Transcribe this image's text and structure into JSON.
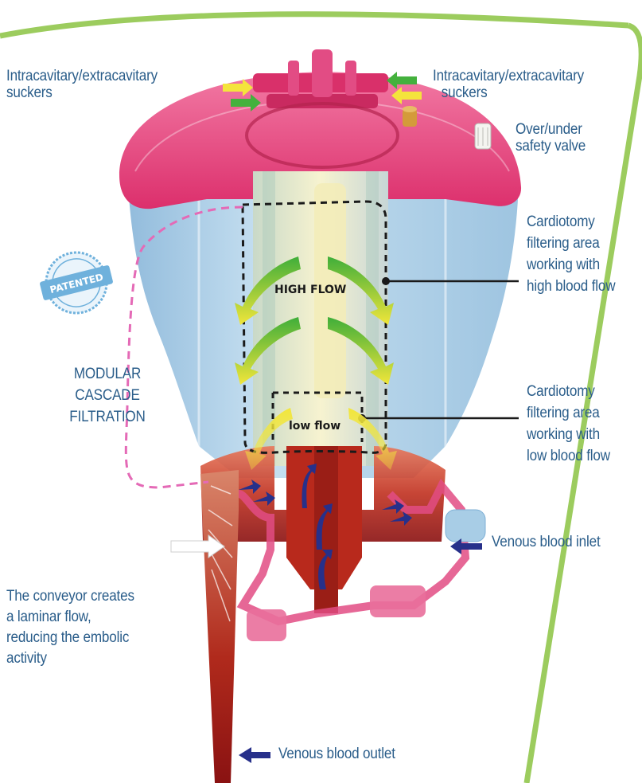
{
  "colors": {
    "frame_green": "#9ccc5e",
    "label_blue": "#2a5d8a",
    "lid_pink": "#e63c78",
    "reservoir_blue": "#a8cde6",
    "filter_cream": "#f3f0c8",
    "blood_red": "#c0301f",
    "dashed_pink": "#e46ab6",
    "arrow_yellow": "#f4e43c",
    "arrow_green": "#44b13d",
    "arrow_navy": "#27308a",
    "patent_blue": "#6fb1dc"
  },
  "labels": {
    "suckers_left": [
      "Intracavitary/extracavitary",
      "suckers"
    ],
    "suckers_right": [
      "Intracavitary/extracavitary",
      "suckers"
    ],
    "valve": [
      "Over/under",
      "safety valve"
    ],
    "high_area": [
      "Cardiotomy",
      "filtering area",
      "working with",
      "high blood flow"
    ],
    "low_area": [
      "Cardiotomy",
      "filtering area",
      "working with",
      "low blood flow"
    ],
    "modular": [
      "MODULAR",
      "CASCADE",
      "FILTRATION"
    ],
    "conveyor": [
      "The conveyor creates",
      "a laminar flow,",
      "reducing the embolic",
      "activity"
    ],
    "venous_inlet": "Venous blood inlet",
    "venous_outlet": "Venous blood outlet",
    "high_flow": "HIGH FLOW",
    "low_flow": "low flow",
    "patented": "PATENTED"
  },
  "icons": {
    "sucker_arrows": "arrow-icon",
    "patent_badge": "patent-seal-icon",
    "safety_valve": "valve-icon"
  }
}
